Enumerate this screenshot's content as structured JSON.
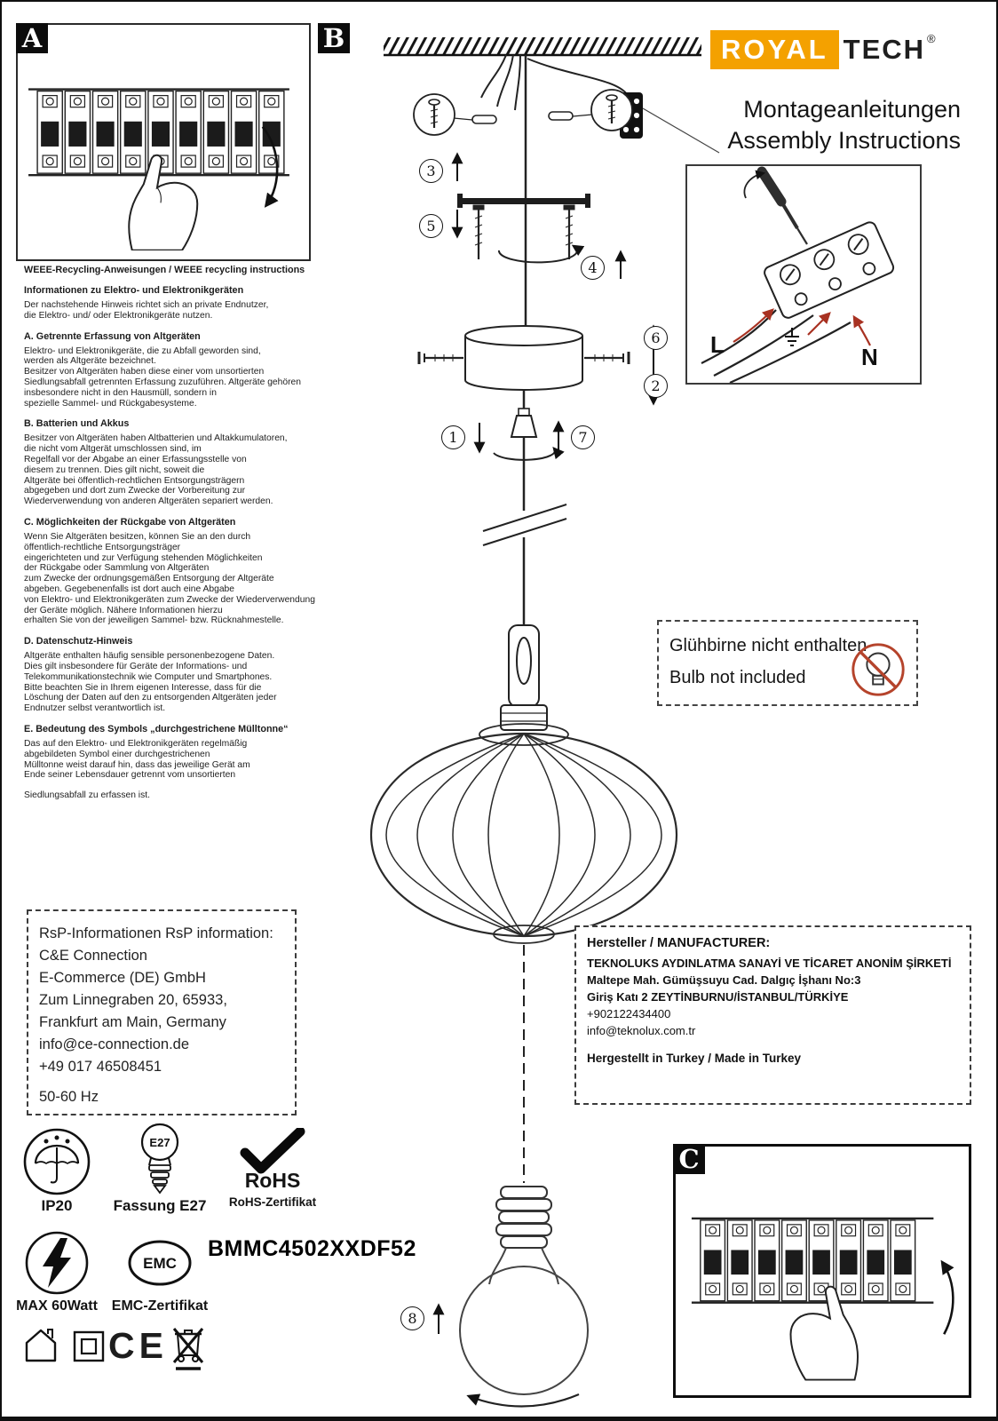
{
  "brand": {
    "royal": "ROYAL",
    "tech": "TECH",
    "reg": "®",
    "accent": "#F4A100"
  },
  "header": {
    "title_de": "Montageanleitungen",
    "title_en": "Assembly Instructions"
  },
  "section_labels": {
    "a": "A",
    "b": "B",
    "c": "C"
  },
  "steps": {
    "s1": "1",
    "s2": "2",
    "s3": "3",
    "s4": "4",
    "s5": "5",
    "s6": "6",
    "s7": "7",
    "s8": "8"
  },
  "terminal": {
    "live": "L",
    "neutral": "N"
  },
  "weee": {
    "heading": "WEEE-Recycling-Anweisungen / WEEE recycling instructions",
    "sections": [
      {
        "title": "Informationen zu Elektro- und Elektronikgeräten",
        "body": "Der nachstehende Hinweis richtet sich an private Endnutzer,\n die Elektro- und/ oder Elektronikgeräte nutzen."
      },
      {
        "title": "A. Getrennte Erfassung von Altgeräten",
        "body": "Elektro- und Elektronikgeräte, die zu Abfall geworden sind,\nwerden als Altgeräte bezeichnet.\nBesitzer von Altgeräten haben diese einer vom unsortierten\nSiedlungsabfall getrennten Erfassung zuzuführen. Altgeräte gehören\ninsbesondere nicht in den Hausmüll, sondern in\nspezielle Sammel- und Rückgabesysteme."
      },
      {
        "title": "B. Batterien und Akkus",
        "body": "Besitzer von Altgeräten haben Altbatterien und Altakkumulatoren,\n die nicht vom Altgerät umschlossen sind, im\nRegelfall vor der Abgabe an einer Erfassungsstelle von\ndiesem zu trennen. Dies gilt nicht, soweit die\nAltgeräte bei öffentlich-rechtlichen Entsorgungsträgern\nabgegeben und dort zum Zwecke der Vorbereitung zur\nWiederverwendung von anderen Altgeräten separiert werden."
      },
      {
        "title": "C. Möglichkeiten der Rückgabe von Altgeräten",
        "body": "Wenn Sie Altgeräten besitzen, können Sie an den durch\nöffentlich-rechtliche Entsorgungsträger\neingerichteten und zur Verfügung stehenden Möglichkeiten\nder Rückgabe oder Sammlung von Altgeräten\n zum Zwecke der ordnungsgemäßen Entsorgung der Altgeräte\nabgeben. Gegebenenfalls ist dort auch eine Abgabe\n von Elektro- und Elektronikgeräten zum Zwecke der Wiederverwendung\nder Geräte möglich. Nähere Informationen hierzu\nerhalten Sie von der jeweiligen Sammel- bzw. Rücknahmestelle."
      },
      {
        "title": "D. Datenschutz-Hinweis",
        "body": "Altgeräte enthalten häufig sensible personenbezogene Daten.\nDies gilt insbesondere für Geräte der Informations- und\nTelekommunikationstechnik wie Computer und Smartphones.\n Bitte beachten Sie in Ihrem eigenen Interesse, dass für die\nLöschung der Daten auf den zu entsorgenden Altgeräten jeder\nEndnutzer selbst verantwortlich ist."
      },
      {
        "title": "E. Bedeutung des Symbols „durchgestrichene Mülltonne“",
        "body": "Das auf den Elektro- und Elektronikgeräten regelmäßig\n abgebildeten Symbol einer durchgestrichenen\nMülltonne weist darauf hin, dass das jeweilige Gerät am\nEnde seiner Lebensdauer getrennt vom unsortierten"
      },
      {
        "title": "",
        "body": "Siedlungsabfall zu erfassen ist."
      }
    ]
  },
  "bulb_note": {
    "line1": "Glühbirne nicht enthalten",
    "line2": "Bulb not included"
  },
  "rsp": {
    "lines": [
      "RsP-Informationen RsP information:",
      "C&E Connection",
      "E-Commerce (DE) GmbH",
      "Zum Linnegraben 20, 65933,",
      "Frankfurt am Main, Germany",
      "info@ce-connection.de",
      "+49 017 46508451",
      "50-60 Hz"
    ]
  },
  "manufacturer": {
    "heading": "Hersteller / MANUFACTURER:",
    "lines": [
      "TEKNOLUKS AYDINLATMA SANAYİ VE TİCARET ANONİM ŞİRKETİ",
      "Maltepe Mah. Gümüşsuyu Cad. Dalgıç İşhanı No:3",
      "Giriş Katı 2 ZEYTİNBURNU/İSTANBUL/TÜRKİYE",
      "+902122434400",
      "info@teknolux.com.tr"
    ],
    "footer": "Hergestellt in Turkey / Made in Turkey"
  },
  "certs": {
    "ip": "IP20",
    "socket_label": "Fassung E27",
    "socket_marking": "E27",
    "rohs": "RoHS",
    "rohs_cert": "RoHS-Zertifikat",
    "max_watt": "MAX 60Watt",
    "emc": "EMC",
    "emc_cert": "EMC-Zertifikat",
    "ce": "CE",
    "product_code": "BMMC4502XXDF52"
  }
}
